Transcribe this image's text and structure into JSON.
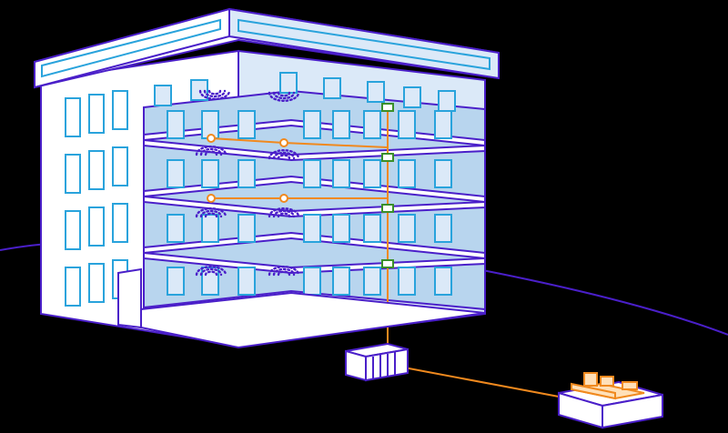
{
  "diagram": {
    "subject": "building-distributed-antenna-system",
    "colors": {
      "background": "#000000",
      "outline": "#4a1fc9",
      "window_stroke": "#29a3dc",
      "glass_light": "#dbe9f8",
      "glass_mid": "#b8d5ee",
      "wall": "#ffffff",
      "cable": "#f0891e",
      "node_stroke": "#3a8f2a",
      "equipment_fill": "#ffe0b8",
      "signal_dots": "#4a1fc9",
      "ground_line": "#4a1fc9"
    },
    "icons": {
      "antenna": "wifi-signal-icon",
      "remote_unit": "green-node-icon",
      "head_end": "rack-cabinet-icon",
      "base_station": "server-stack-icon"
    },
    "floors": [
      "floor-1",
      "floor-2",
      "floor-3",
      "floor-4"
    ]
  }
}
